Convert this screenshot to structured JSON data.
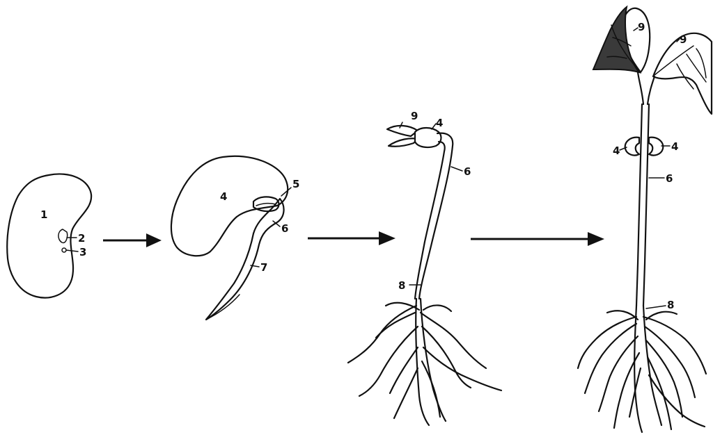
{
  "labels": {
    "seed_1": "1",
    "seed_2": "2",
    "seed_3": "3",
    "germ_4": "4",
    "germ_5": "5",
    "germ_6": "6",
    "germ_7": "7",
    "young_9": "9",
    "young_4": "4",
    "young_6": "6",
    "young_8": "8",
    "mature_9a": "9",
    "mature_9b": "9",
    "mature_4a": "4",
    "mature_4b": "4",
    "mature_6": "6",
    "mature_8": "8"
  }
}
